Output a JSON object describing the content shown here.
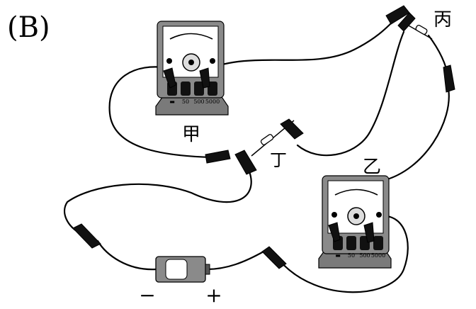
{
  "figure_label": "(B)",
  "meter_a": {
    "name": "甲",
    "terminals": [
      "▬",
      "50",
      "500",
      "5000"
    ]
  },
  "meter_b": {
    "name": "乙",
    "terminals": [
      "▬",
      "50",
      "500",
      "5000"
    ]
  },
  "resistor_c_label": "丙",
  "resistor_d_label": "丁",
  "battery": {
    "minus_label": "−",
    "plus_label": "+"
  }
}
